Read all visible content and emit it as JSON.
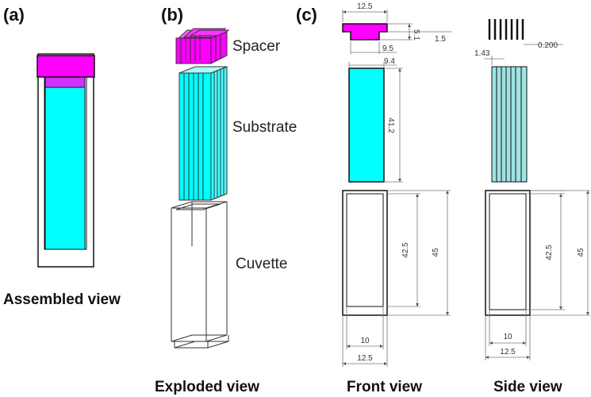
{
  "panels": {
    "a": {
      "label": "(a)",
      "caption": "Assembled view"
    },
    "b": {
      "label": "(b)",
      "caption": "Exploded view",
      "parts": {
        "spacer": "Spacer",
        "substrate": "Substrate",
        "cuvette": "Cuvette"
      }
    },
    "c": {
      "label": "(c)",
      "front_caption": "Front view",
      "side_caption": "Side view"
    }
  },
  "dimensions": {
    "front": {
      "spacer_width": "12.5",
      "spacer_height": "5.1",
      "spacer_step": "1.5",
      "spacer_neck": "9.5",
      "substrate_width": "9.4",
      "substrate_height": "41.2",
      "cuvette_inner_height": "42.5",
      "cuvette_outer_height": "45",
      "cuvette_inner_width": "10",
      "cuvette_outer_width": "12.5"
    },
    "side": {
      "spacer_gap": "0.200",
      "substrate_offset": "1.43",
      "cuvette_inner_height": "42.5",
      "cuvette_outer_height": "45",
      "cuvette_inner_width": "10",
      "cuvette_outer_width": "12.5"
    }
  },
  "colors": {
    "spacer": "#ff00ff",
    "spacer_inner": "#cc33ff",
    "substrate": "#00ffff",
    "substrate_side": "#9fe3e3",
    "outline": "#111111"
  }
}
